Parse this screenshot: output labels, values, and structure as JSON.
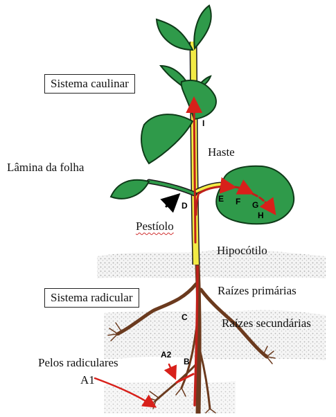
{
  "labels": {
    "sistema_caulinar": "Sistema caulinar",
    "lamina_folha": "Lâmina da folha",
    "haste": "Haste",
    "pestiolo": "Pestíolo",
    "hipocotilo": "Hipocótilo",
    "sistema_radicular": "Sistema radicular",
    "raizes_primarias": "Raízes primárias",
    "raizes_secundarias": "Raízes secundárias",
    "pelos_radiculares": "Pelos radiculares",
    "a1": "A1"
  },
  "points": {
    "i": "I",
    "d": "D",
    "e": "E",
    "f": "F",
    "g": "G",
    "h": "H",
    "c": "C",
    "b": "B",
    "a2": "A2"
  },
  "colors": {
    "leaf": "#2f9a4a",
    "leaf_dark": "#0e3a18",
    "stem": "#f2ea45",
    "root": "#6b3a1e",
    "arrow": "#d8201a",
    "soil": "#cfcfcf"
  }
}
